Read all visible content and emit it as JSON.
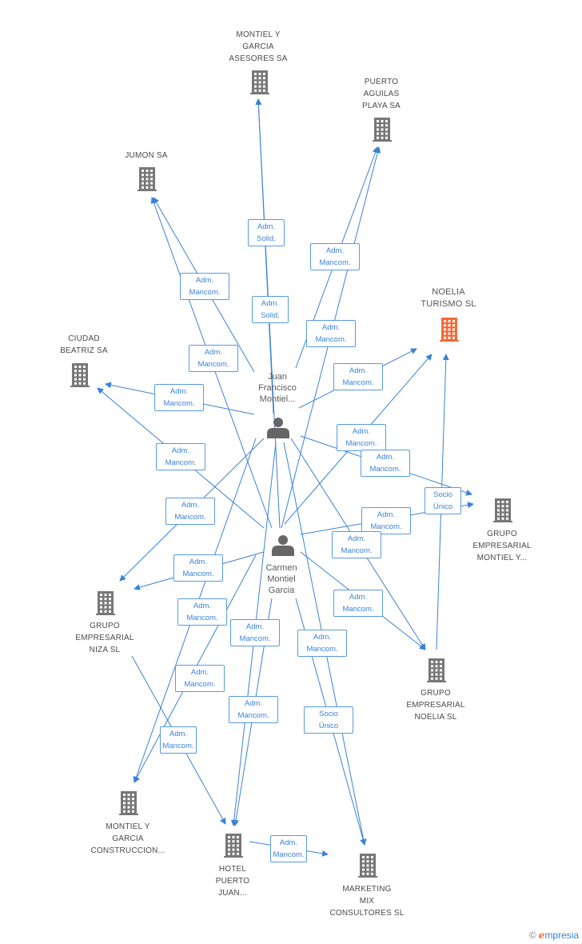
{
  "nodes": {
    "montiel_garcia_asesores": {
      "lines": [
        "MONTIEL Y",
        "GARCIA",
        "ASESORES SA"
      ],
      "kind": "company"
    },
    "puerto_aguilas": {
      "lines": [
        "PUERTO",
        "AGUILAS",
        "PLAYA SA"
      ],
      "kind": "company"
    },
    "jumon": {
      "lines": [
        "JUMON SA"
      ],
      "kind": "company"
    },
    "noelia_turismo": {
      "lines": [
        "NOELIA",
        "TURISMO  SL"
      ],
      "kind": "focus-company"
    },
    "ciudad_beatriz": {
      "lines": [
        "CIUDAD",
        "BEATRIZ SA"
      ],
      "kind": "company"
    },
    "juan_francisco": {
      "lines": [
        "Juan",
        "Francisco",
        "Montiel..."
      ],
      "kind": "person"
    },
    "carmen_montiel": {
      "lines": [
        "Carmen",
        "Montiel",
        "Garcia"
      ],
      "kind": "person"
    },
    "grupo_montiel": {
      "lines": [
        "GRUPO",
        "EMPRESARIAL",
        "MONTIEL Y..."
      ],
      "kind": "company"
    },
    "grupo_niza": {
      "lines": [
        "GRUPO",
        "EMPRESARIAL",
        "NIZA SL"
      ],
      "kind": "company"
    },
    "grupo_noelia": {
      "lines": [
        "GRUPO",
        "EMPRESARIAL",
        "NOELIA SL"
      ],
      "kind": "company"
    },
    "montiel_construccion": {
      "lines": [
        "MONTIEL Y",
        "GARCIA",
        "CONSTRUCCION..."
      ],
      "kind": "company"
    },
    "hotel_puerto": {
      "lines": [
        "HOTEL",
        "PUERTO",
        "JUAN..."
      ],
      "kind": "company"
    },
    "marketing_mix": {
      "lines": [
        "MARKETING",
        "MIX",
        "CONSULTORES SL"
      ],
      "kind": "company"
    }
  },
  "edge_labels": [
    {
      "lines": [
        "Adm.",
        "Solid."
      ]
    },
    {
      "lines": [
        "Adm.",
        "Mancom."
      ]
    },
    {
      "lines": [
        "Adm.",
        "Mancom."
      ]
    },
    {
      "lines": [
        "Adm.",
        "Solid."
      ]
    },
    {
      "lines": [
        "Adm.",
        "Mancom."
      ]
    },
    {
      "lines": [
        "Adm.",
        "Mancom."
      ]
    },
    {
      "lines": [
        "Adm.",
        "Mancom."
      ]
    },
    {
      "lines": [
        "Adm.",
        "Mancom."
      ]
    },
    {
      "lines": [
        "Adm.",
        "Mancom."
      ]
    },
    {
      "lines": [
        "Adm.",
        "Mancom."
      ]
    },
    {
      "lines": [
        "Adm.",
        "Mancom."
      ]
    },
    {
      "lines": [
        "Socio",
        "Único"
      ]
    },
    {
      "lines": [
        "Adm.",
        "Mancom."
      ]
    },
    {
      "lines": [
        "Adm.",
        "Mancom."
      ]
    },
    {
      "lines": [
        "Adm.",
        "Mancom."
      ]
    },
    {
      "lines": [
        "Adm.",
        "Mancom."
      ]
    },
    {
      "lines": [
        "Adm.",
        "Mancom."
      ]
    },
    {
      "lines": [
        "Adm.",
        "Mancom."
      ]
    },
    {
      "lines": [
        "Adm.",
        "Mancom."
      ]
    },
    {
      "lines": [
        "Adm.",
        "Mancom."
      ]
    },
    {
      "lines": [
        "Adm.",
        "Mancom."
      ]
    },
    {
      "lines": [
        "Adm.",
        "Mancom."
      ]
    },
    {
      "lines": [
        "Socio",
        "Único"
      ]
    },
    {
      "lines": [
        "Adm.",
        "Mancom."
      ]
    },
    {
      "lines": [
        "Adm.",
        "Mancom."
      ]
    },
    {
      "lines": [
        "Socio",
        "Único"
      ]
    }
  ],
  "colors": {
    "edge": "#3a82d6",
    "company_icon": "#777777",
    "focus_icon": "#f26a3a",
    "person_icon": "#666666"
  },
  "watermark": {
    "symbol": "©",
    "brand_initial": "e",
    "brand_rest": "mpresia"
  }
}
